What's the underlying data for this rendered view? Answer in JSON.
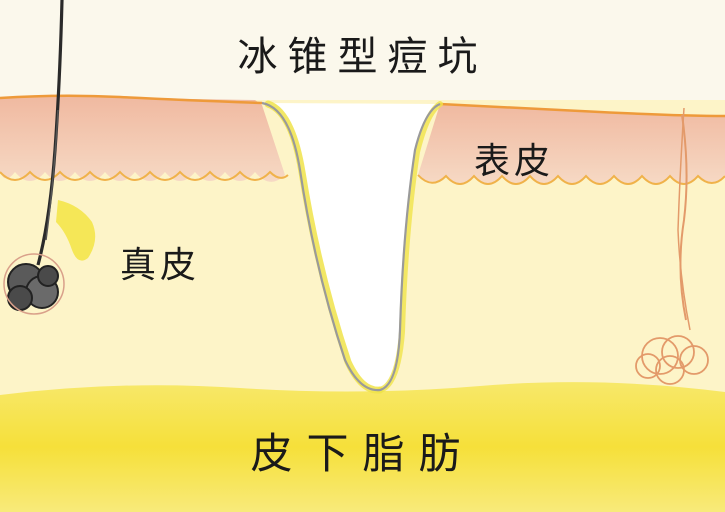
{
  "diagram": {
    "title": "冰锥型痘坑",
    "labels": {
      "epidermis": "表皮",
      "dermis": "真皮",
      "subcutaneous_fat": "皮下脂肪"
    },
    "colors": {
      "background": "#fbf8ec",
      "epidermis": "#f2c9b4",
      "epidermis_edge": "#f0a341",
      "dermis": "#fdf3c2",
      "subcutaneous_fat": "#f7e34a",
      "pit_outline": "#9a9a9a",
      "pit_highlight": "#f0e34a",
      "hair": "#2a2a2a",
      "coil": "#e39a6a"
    }
  }
}
